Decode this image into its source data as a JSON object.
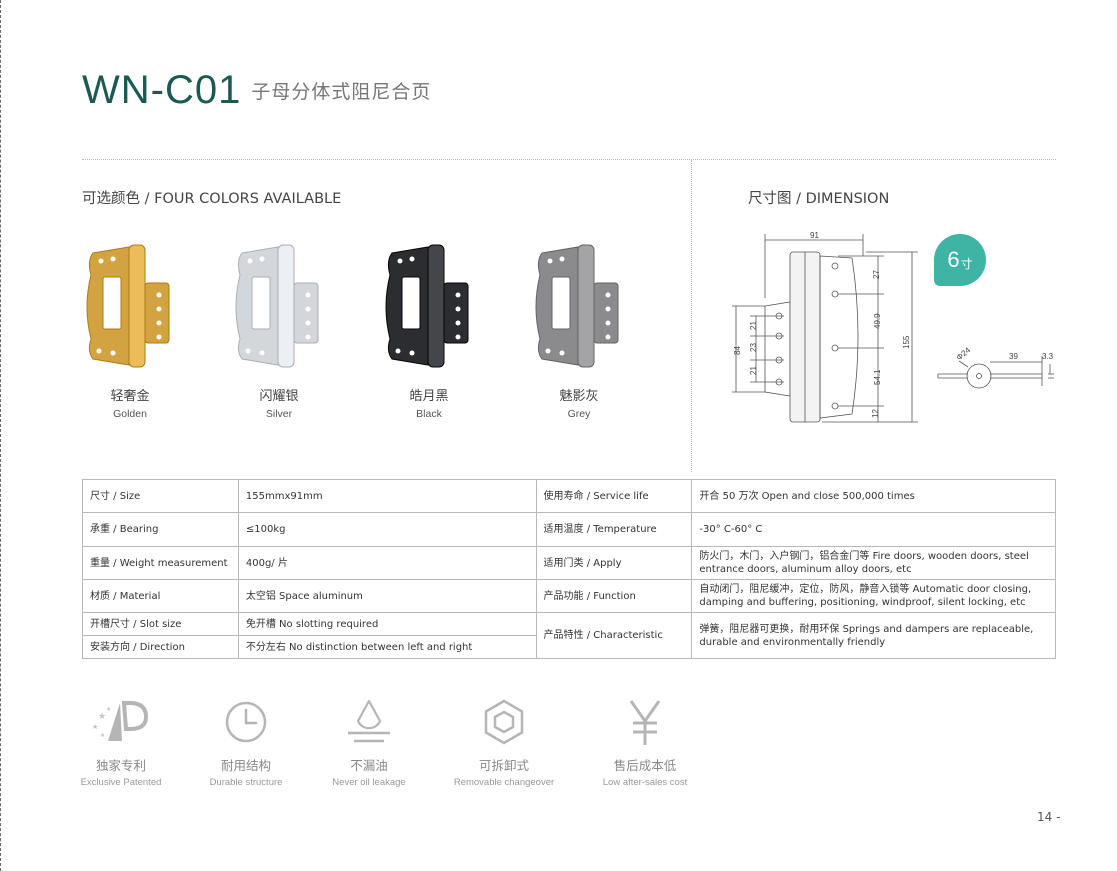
{
  "header": {
    "model": "WN-C01",
    "subtitle": "子母分体式阻尼合页"
  },
  "colors_section": {
    "title": "可选颜色 / FOUR COLORS AVAILABLE",
    "items": [
      {
        "cn": "轻奢金",
        "en": "Golden",
        "color": "#d4a341"
      },
      {
        "cn": "闪耀银",
        "en": "Silver",
        "color": "#d3d6db"
      },
      {
        "cn": "皓月黑",
        "en": "Black",
        "color": "#2c2d30"
      },
      {
        "cn": "魅影灰",
        "en": "Grey",
        "color": "#8b8b8d"
      }
    ]
  },
  "dimension_section": {
    "title": "尺寸图 / DIMENSION",
    "badge_num": "6",
    "badge_unit": "寸",
    "labels": {
      "width": "91",
      "height": "155",
      "left_total": "84",
      "left_a": "21",
      "left_b": "23",
      "left_c": "21",
      "right_a": "27",
      "right_b": "49.9",
      "right_c": "54.1",
      "right_d": "12",
      "pin_dia": "Φ24",
      "pin_len": "39",
      "pin_thick": "3.3"
    }
  },
  "specs": {
    "size_label": "尺寸 / Size",
    "size_value": "155mmx91mm",
    "life_label": "使用寿命 / Service life",
    "life_value": "开合 50 万次 Open and close 500,000 times",
    "bearing_label": "承重 / Bearing",
    "bearing_value": "≤100kg",
    "temp_label": "适用温度 / Temperature",
    "temp_value": "-30° C-60° C",
    "weight_label": "重量 / Weight measurement",
    "weight_value": "400g/ 片",
    "apply_label": "适用门类 / Apply",
    "apply_value": "防火门，木门，入户钢门，铝合金门等 Fire doors, wooden doors, steel entrance doors, aluminum alloy doors, etc",
    "material_label": "材质 / Material",
    "material_value": "太空铝 Space aluminum",
    "function_label": "产品功能 / Function",
    "function_value": "自动闭门，阻尼缓冲，定位，防风，静音入锁等 Automatic door closing, damping and buffering, positioning, windproof, silent locking, etc",
    "slot_label": "开槽尺寸 / Slot size",
    "slot_value": "免开槽 No slotting required",
    "char_label": "产品特性 / Characteristic",
    "char_value": "弹簧，阻尼器可更换，耐用环保 Springs and dampers are replaceable, durable and environmentally friendly",
    "direction_label": "安装方向 / Direction",
    "direction_value": "不分左右 No distinction between left and right"
  },
  "features": [
    {
      "cn": "独家专利",
      "en": "Exclusive Patented",
      "icon": "patent-icon"
    },
    {
      "cn": "耐用结构",
      "en": "Durable structure",
      "icon": "clock-icon"
    },
    {
      "cn": "不漏油",
      "en": "Never oil leakage",
      "icon": "oil-drop-icon"
    },
    {
      "cn": "可拆卸式",
      "en": "Removable changeover",
      "icon": "hex-nut-icon"
    },
    {
      "cn": "售后成本低",
      "en": "Low after-sales cost",
      "icon": "yen-icon"
    }
  ],
  "page_number": "14 -"
}
